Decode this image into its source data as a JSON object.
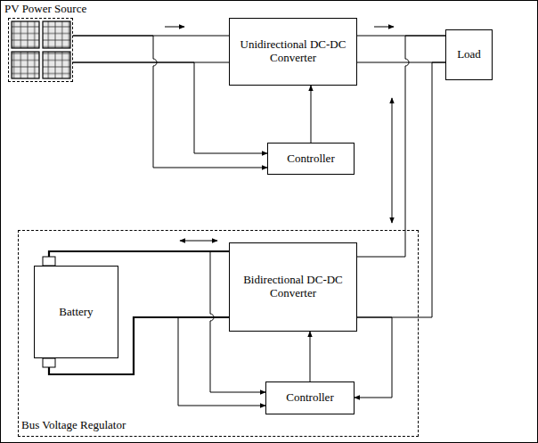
{
  "diagram": {
    "nodes": [
      {
        "text": [
          "PV Power Source"
        ]
      },
      {
        "text": [
          "Unidirectional DC-DC Converter"
        ]
      },
      {
        "text": [
          "Load"
        ]
      },
      {
        "text": [
          "Controller"
        ]
      },
      {
        "text": [
          "Bus Voltage Regulator"
        ]
      },
      {
        "text": [
          "Battery"
        ],
        "in": 4
      },
      {
        "text": [
          "Bidirectional DC-DC Converter"
        ],
        "in": 4
      },
      {
        "text": [
          "Controller"
        ],
        "in": 4
      }
    ],
    "edges": [
      {
        "from": 0,
        "to": 1,
        "arrow": "to"
      },
      {
        "from": 1,
        "to": 2,
        "arrow": "to"
      },
      {
        "from": 0,
        "to": 3,
        "arrow": "to"
      },
      {
        "from": 3,
        "to": 1,
        "arrow": "to"
      },
      {
        "from": 6,
        "to": 2,
        "arrow": "both"
      },
      {
        "from": 5,
        "to": 6,
        "arrow": "both"
      },
      {
        "from": 5,
        "to": 7,
        "arrow": "to"
      },
      {
        "from": 7,
        "to": 6,
        "arrow": "to"
      },
      {
        "from": 6,
        "to": 7,
        "arrow": "to"
      }
    ]
  }
}
